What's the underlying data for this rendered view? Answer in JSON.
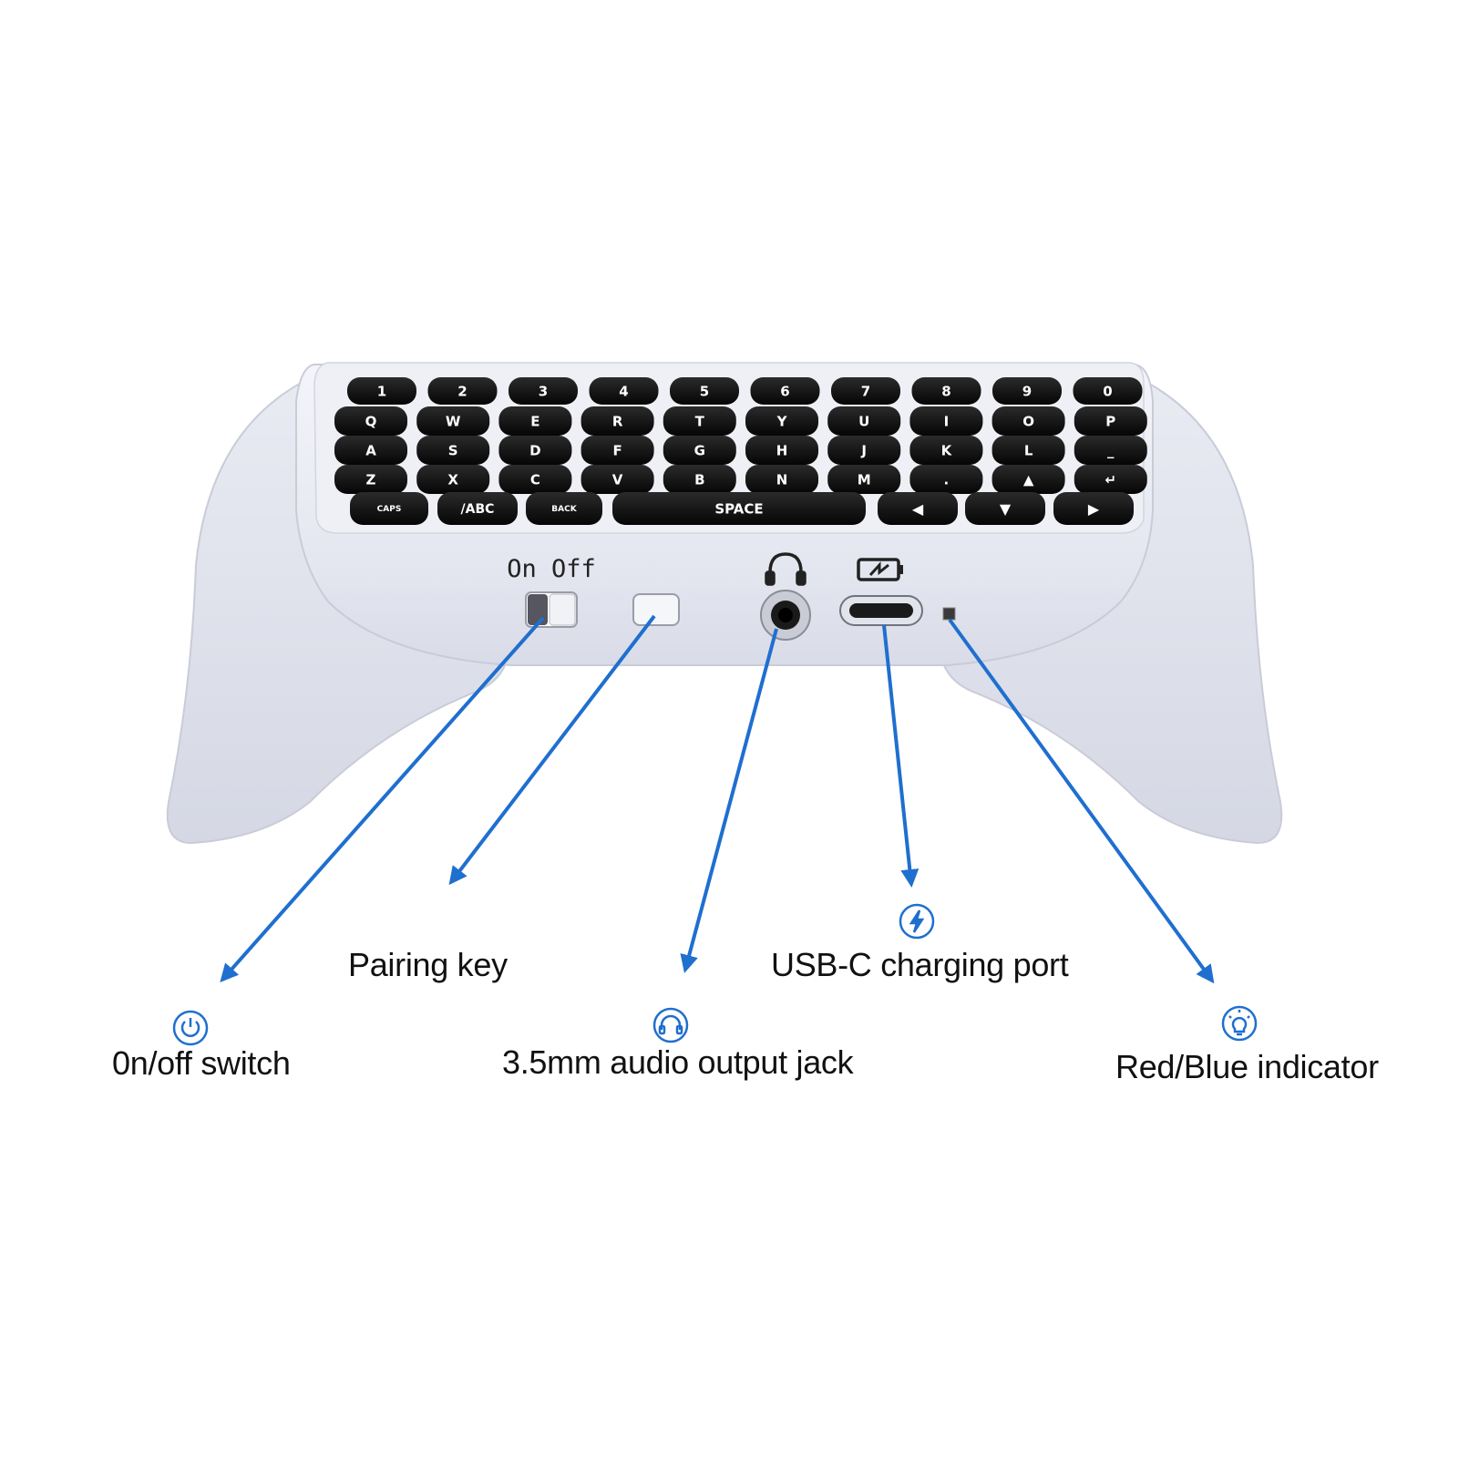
{
  "device": {
    "keys": {
      "row1": [
        "1",
        "2",
        "3",
        "4",
        "5",
        "6",
        "7",
        "8",
        "9",
        "0"
      ],
      "row2": [
        "Q",
        "W",
        "E",
        "R",
        "T",
        "Y",
        "U",
        "I",
        "O",
        "P"
      ],
      "row3": [
        "A",
        "S",
        "D",
        "F",
        "G",
        "H",
        "J",
        "K",
        "L",
        "_"
      ],
      "row4": [
        "Z",
        "X",
        "C",
        "V",
        "B",
        "N",
        "M",
        ".",
        "▲",
        "↵"
      ],
      "row5": [
        "CAPS",
        "/ABC",
        "BACK",
        "SPACE",
        "◀",
        "▼",
        "▶"
      ]
    },
    "switch_label": "On Off"
  },
  "callouts": [
    {
      "id": "on-off",
      "label": "0n/off switch",
      "icon": "power-icon"
    },
    {
      "id": "pairing",
      "label": "Pairing key",
      "icon": ""
    },
    {
      "id": "audio",
      "label": "3.5mm audio output jack",
      "icon": "headphones-icon"
    },
    {
      "id": "usbc",
      "label": "USB-C charging port",
      "icon": "lightning-icon"
    },
    {
      "id": "indicator",
      "label": "Red/Blue indicator",
      "icon": "lightbulb-icon"
    }
  ],
  "colors": {
    "accent": "#1f6fcf",
    "shell": "#e8eaf2",
    "keys": "#111111"
  }
}
